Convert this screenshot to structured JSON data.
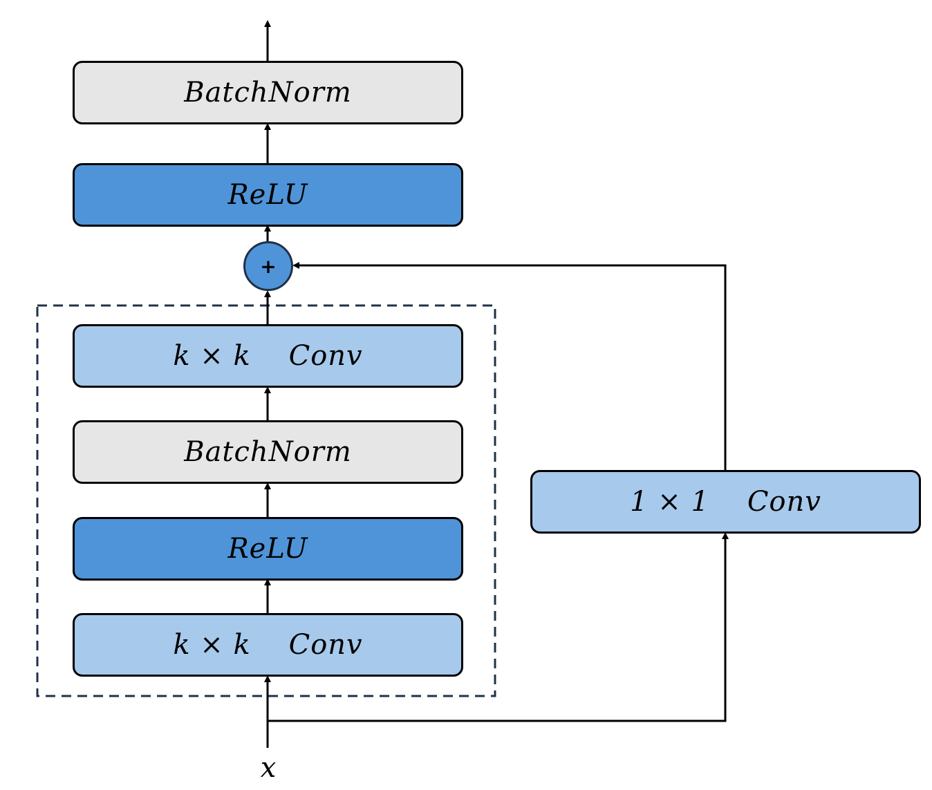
{
  "blocks": {
    "top_batchnorm": "BatchNorm",
    "top_relu": "ReLU",
    "conv_kxk_upper": "k × k    Conv",
    "mid_batchnorm": "BatchNorm",
    "mid_relu": "ReLU",
    "conv_kxk_lower": "k × k    Conv",
    "conv_1x1": "1 × 1    Conv"
  },
  "sum_symbol": "+",
  "input_label": "x",
  "colors": {
    "batchnorm_fill": "#e6e6e6",
    "relu_fill": "#4f94d9",
    "conv_fill": "#a7c9eb",
    "sum_fill": "#4f94d9",
    "dashed_border": "#1f3148",
    "stroke": "#000000"
  }
}
